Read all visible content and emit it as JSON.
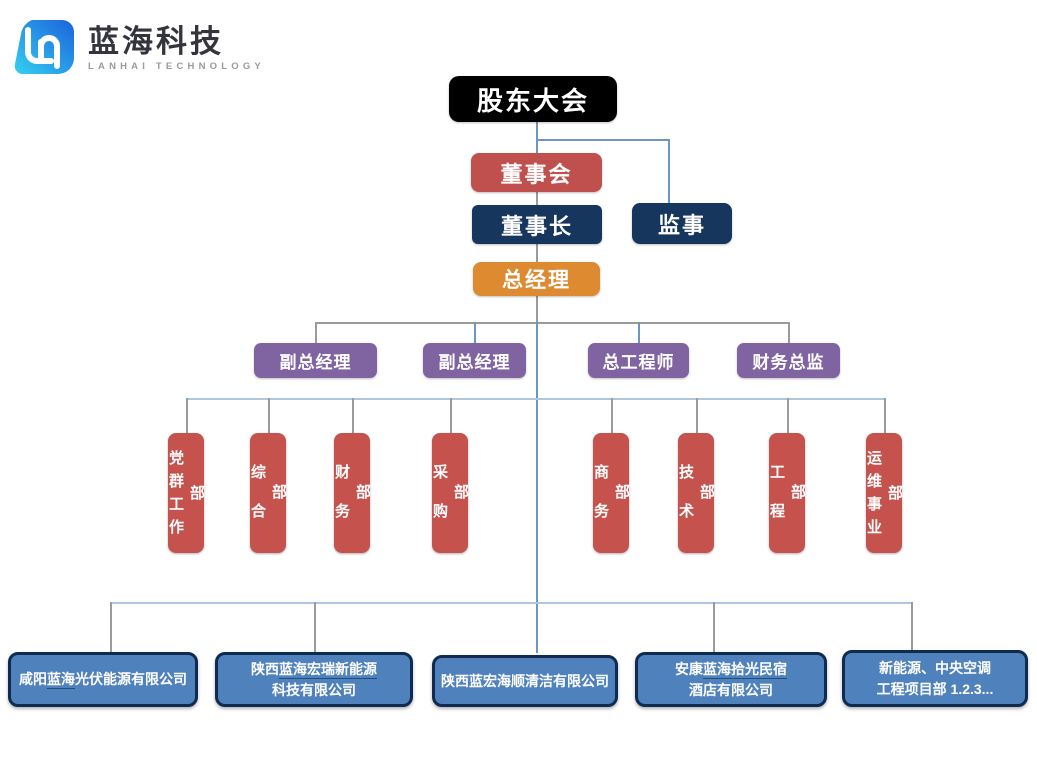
{
  "brand": {
    "name_cn": "蓝海科技",
    "name_en": "LANHAI TECHNOLOGY",
    "logo_gradient_start": "#35d0f2",
    "logo_gradient_end": "#1b63dc"
  },
  "colors": {
    "black_box": "#000000",
    "red_box": "#c0504d",
    "navy_box": "#17365d",
    "orange_box": "#dd8a30",
    "purple_box": "#8064a2",
    "dept_red": "#c6524e",
    "company_blue_fill": "#4f81bd",
    "company_blue_border": "#0f2b50",
    "connector_blue": "#6f95c5",
    "connector_light_blue": "#aec6e2",
    "connector_gray": "#9b9b9b"
  },
  "org": {
    "top": {
      "label": "股东大会"
    },
    "board": {
      "label": "董事会"
    },
    "supervisor": {
      "label": "监事"
    },
    "chairman": {
      "label": "董事长"
    },
    "general_manager": {
      "label": "总经理"
    },
    "executives": [
      {
        "label": "副总经理"
      },
      {
        "label": "副总经理"
      },
      {
        "label": "总工程师"
      },
      {
        "label": "财务总监"
      }
    ],
    "departments": [
      {
        "label": "党群工作部"
      },
      {
        "label": "综合部"
      },
      {
        "label": "财务部"
      },
      {
        "label": "采购部"
      },
      {
        "label": "商务部"
      },
      {
        "label": "技术部"
      },
      {
        "label": "工程部"
      },
      {
        "label": "运维事业部"
      }
    ],
    "subsidiaries": [
      {
        "l1p": "咸阳",
        "l1u": "蓝海",
        "l1s": "光伏能源有限公司",
        "l2": ""
      },
      {
        "l1p": "陕西",
        "l1u": "蓝海宏瑞新能源",
        "l1s": "",
        "l2": "科技有限公司"
      },
      {
        "l1p": "陕西蓝宏海顺清洁有限公司",
        "l1u": "",
        "l1s": "",
        "l2": ""
      },
      {
        "l1p": "安康",
        "l1u": "蓝海拾光民宿",
        "l1s": "",
        "l2": "酒店有限公司"
      },
      {
        "l1p": "新能源、中央空调",
        "l1u": "",
        "l1s": "",
        "l2": "工程项目部 1.2.3..."
      }
    ]
  }
}
